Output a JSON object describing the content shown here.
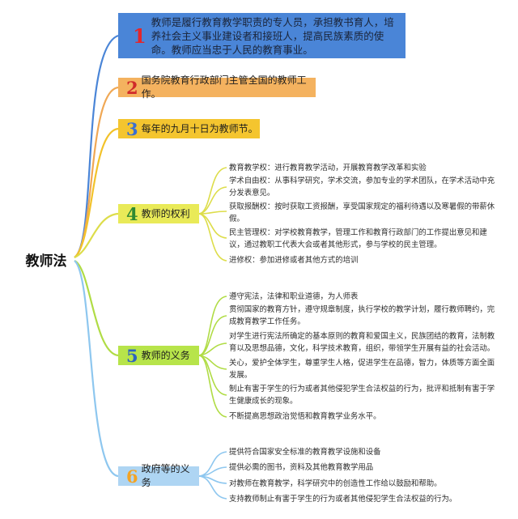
{
  "root": {
    "label": "教师法"
  },
  "branches": [
    {
      "num": "1",
      "text": "教师是履行教育教学职责的专人员，承担教书育人，培养社会主义事业建设者和接班人，提高民族素质的使命。教师应当忠于人民的教育事业。",
      "color": "#4a85d7",
      "leaves": []
    },
    {
      "num": "2",
      "text": "国务院教育行政部门主管全国的教师工作。",
      "color": "#f4b25f",
      "leaves": []
    },
    {
      "num": "3",
      "text": "每年的九月十日为教师节。",
      "color": "#f4c52f",
      "leaves": []
    },
    {
      "num": "4",
      "text": "教师的权利",
      "color": "#e9ea58",
      "leaves": [
        "教育教学权：进行教育教学活动，开展教育教学改革和实验",
        "学术自由权：从事科学研究，学术交流，参加专业的学术团队，在学术活动中充分发表意见。",
        "获取报酬权：按时获取工资报酬，享受国家规定的福利待遇以及寒暑假的带薪休假。",
        "民主管理权：对学校教育教学，管理工作和教育行政部门的工作提出意见和建议，通过教职工代表大会或者其他形式，参与学校的民主管理。",
        "进修权：参加进修或者其他方式的培训"
      ]
    },
    {
      "num": "5",
      "text": "教师的义务",
      "color": "#b7e44a",
      "leaves": [
        "遵守宪法，法律和职业道德，为人师表",
        "贯彻国家的教育方针，遵守规章制度，执行学校的教学计划，履行教师聘约，完成教育教学工作任务。",
        "对学生进行宪法所确定的基本原则的教育和爱国主义，民族团结的教育，法制教育以及思想品德，文化，科学技术教育，组织，带领学生开展有益的社会活动。",
        "关心，爱护全体学生，尊重学生人格，促进学生在品德，智力，体质等方面全面发展。",
        "制止有害于学生的行为或者其他侵犯学生合法权益的行为，批评和抵制有害于学生健康成长的现象。",
        "不断提高思想政治觉悟和教育教学业务水平。"
      ]
    },
    {
      "num": "6",
      "text": "政府等的义务",
      "color": "#aed5f3",
      "leaves": [
        "提供符合国家安全标准的教育教学设施和设备",
        "提供必需的图书，资料及其他教育教学用品",
        "对教师在教育教学，科学研究中的创造性工作给以鼓励和帮助。",
        "支持教师制止有害于学生的行为或者其他侵犯学生合法权益的行为。"
      ]
    }
  ]
}
